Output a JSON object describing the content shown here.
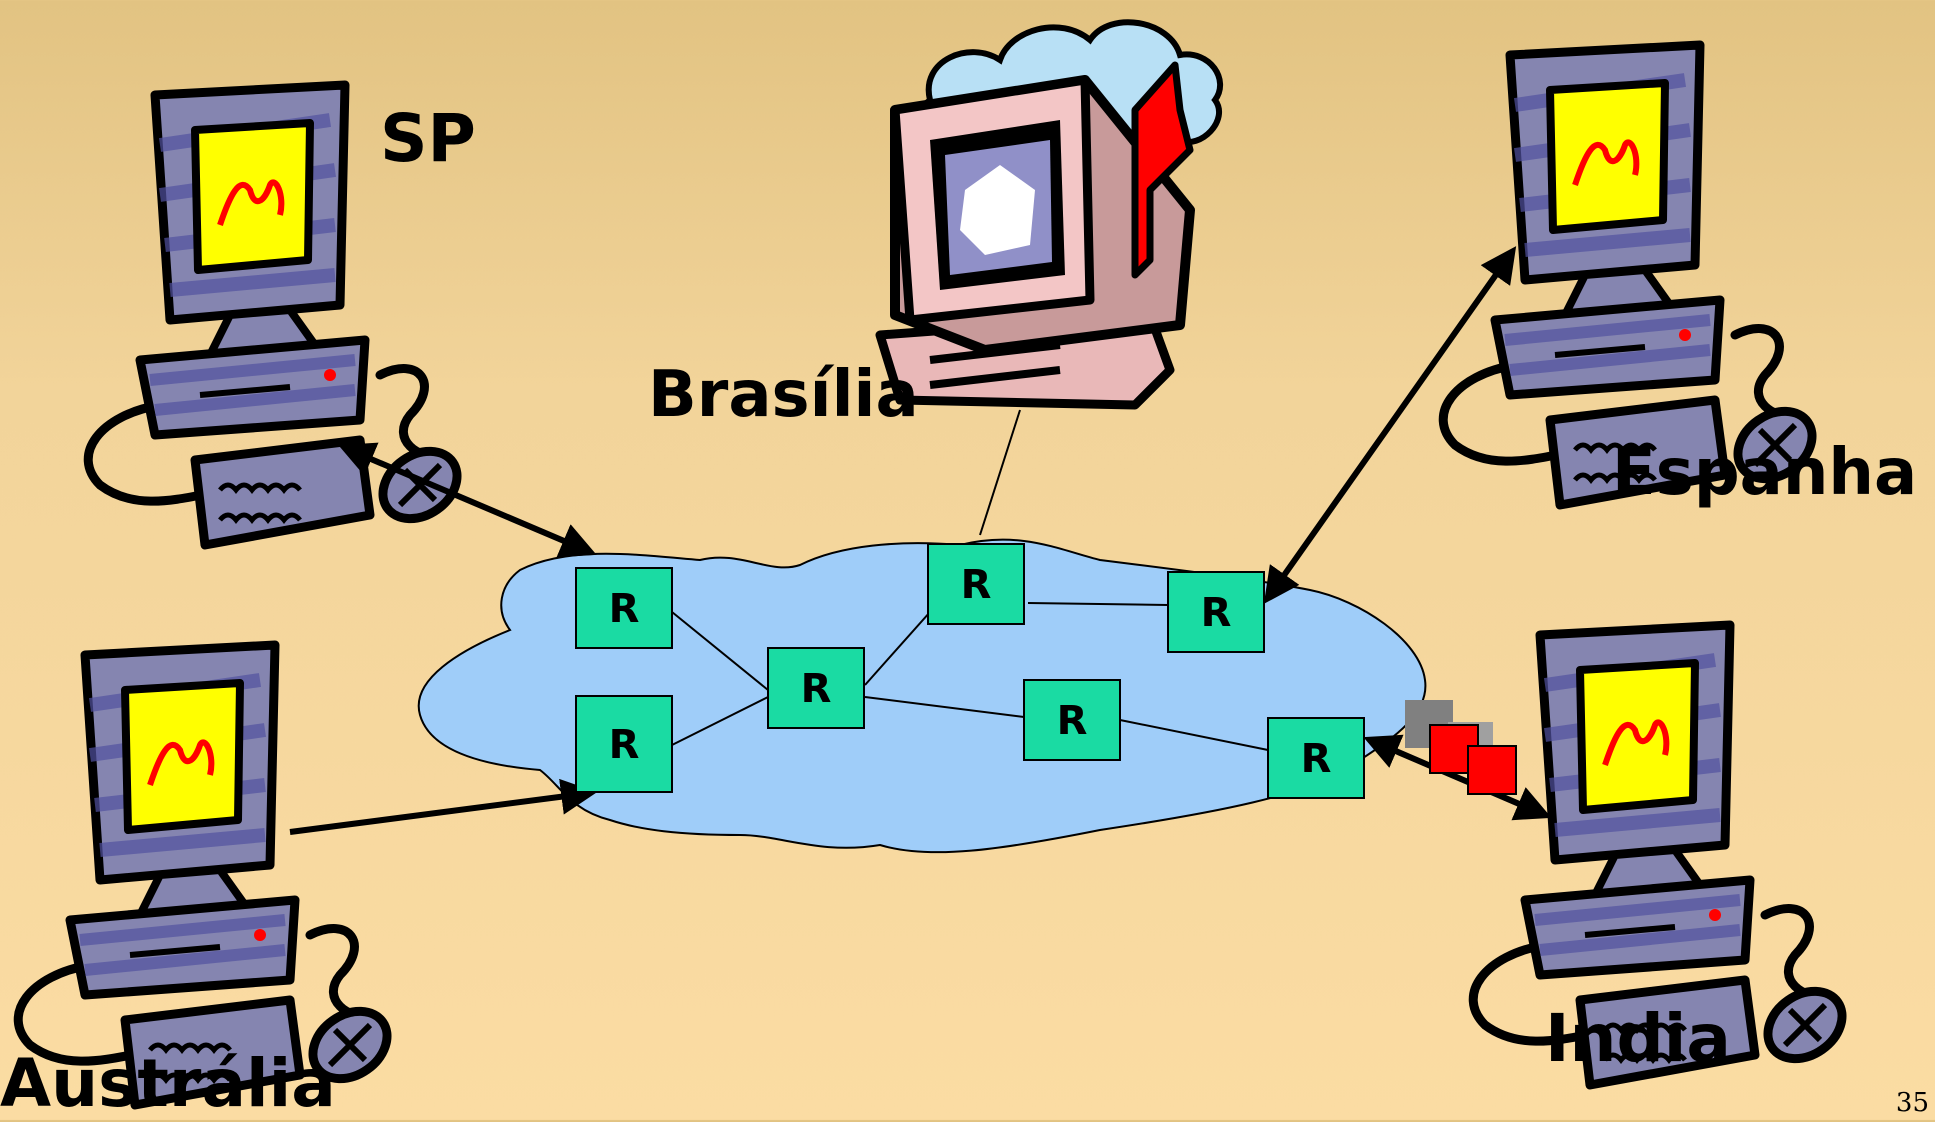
{
  "labels": {
    "sp": "SP",
    "brasilia": "Brasília",
    "espanha": "Espanha",
    "australia": "Austrália",
    "india": "India"
  },
  "router_label": "R",
  "page_number": "35",
  "colors": {
    "router_fill": "#1adba3",
    "cloud_fill": "#9fcdf9",
    "packet_red": "#ff0000",
    "packet_gray": "#808080",
    "monitor_screen": "#ffff00"
  },
  "icons": [
    "desktop-computer-icon",
    "server-computer-icon",
    "network-cloud-icon",
    "router-icon",
    "packet-icon"
  ]
}
